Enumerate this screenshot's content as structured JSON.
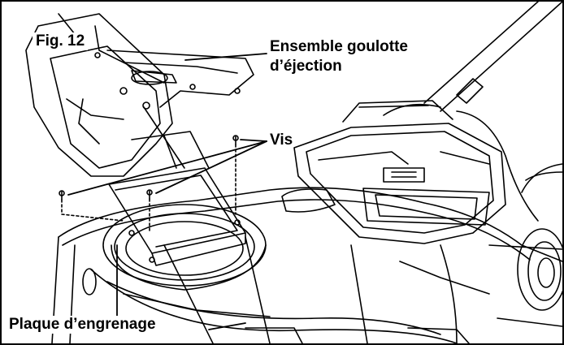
{
  "figure": {
    "number_label": "Fig. 12"
  },
  "callouts": {
    "chute_line1": "Ensemble goulotte",
    "chute_line2": "d’éjection",
    "screws": "Vis",
    "gear_plate": "Plaque d’engrenage"
  },
  "colors": {
    "line": "#000000",
    "background": "#ffffff"
  }
}
